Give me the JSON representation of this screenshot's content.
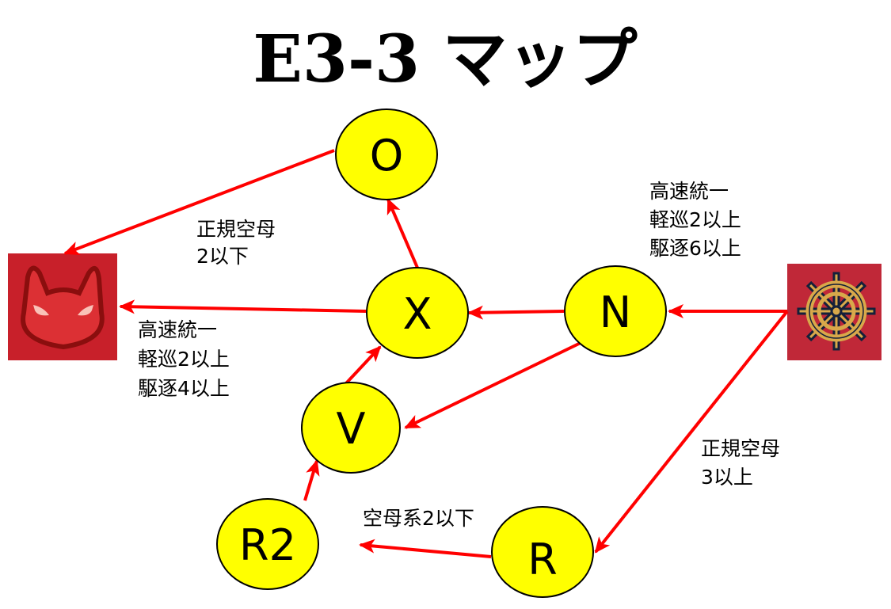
{
  "title": "E3-3 マップ",
  "colors": {
    "node_fill": "#ffff00",
    "arrow": "#ff0000",
    "boss_bg": "#c8202a",
    "start_bg": "#c02838"
  },
  "nodes": {
    "O": "O",
    "X": "X",
    "N": "N",
    "V": "V",
    "R2": "R2",
    "R": "R"
  },
  "icons": {
    "boss": "boss-demon-icon",
    "start": "ship-wheel-icon"
  },
  "conditions": {
    "o_boss": [
      "正規空母",
      "2以下"
    ],
    "x_boss": [
      "高速統一",
      "軽巡2以上",
      "駆逐4以上"
    ],
    "start_n": [
      "高速統一",
      "軽巡2以上",
      "駆逐6以上"
    ],
    "start_r": [
      "正規空母",
      "3以上"
    ],
    "r_r2": [
      "空母系2以下"
    ]
  }
}
